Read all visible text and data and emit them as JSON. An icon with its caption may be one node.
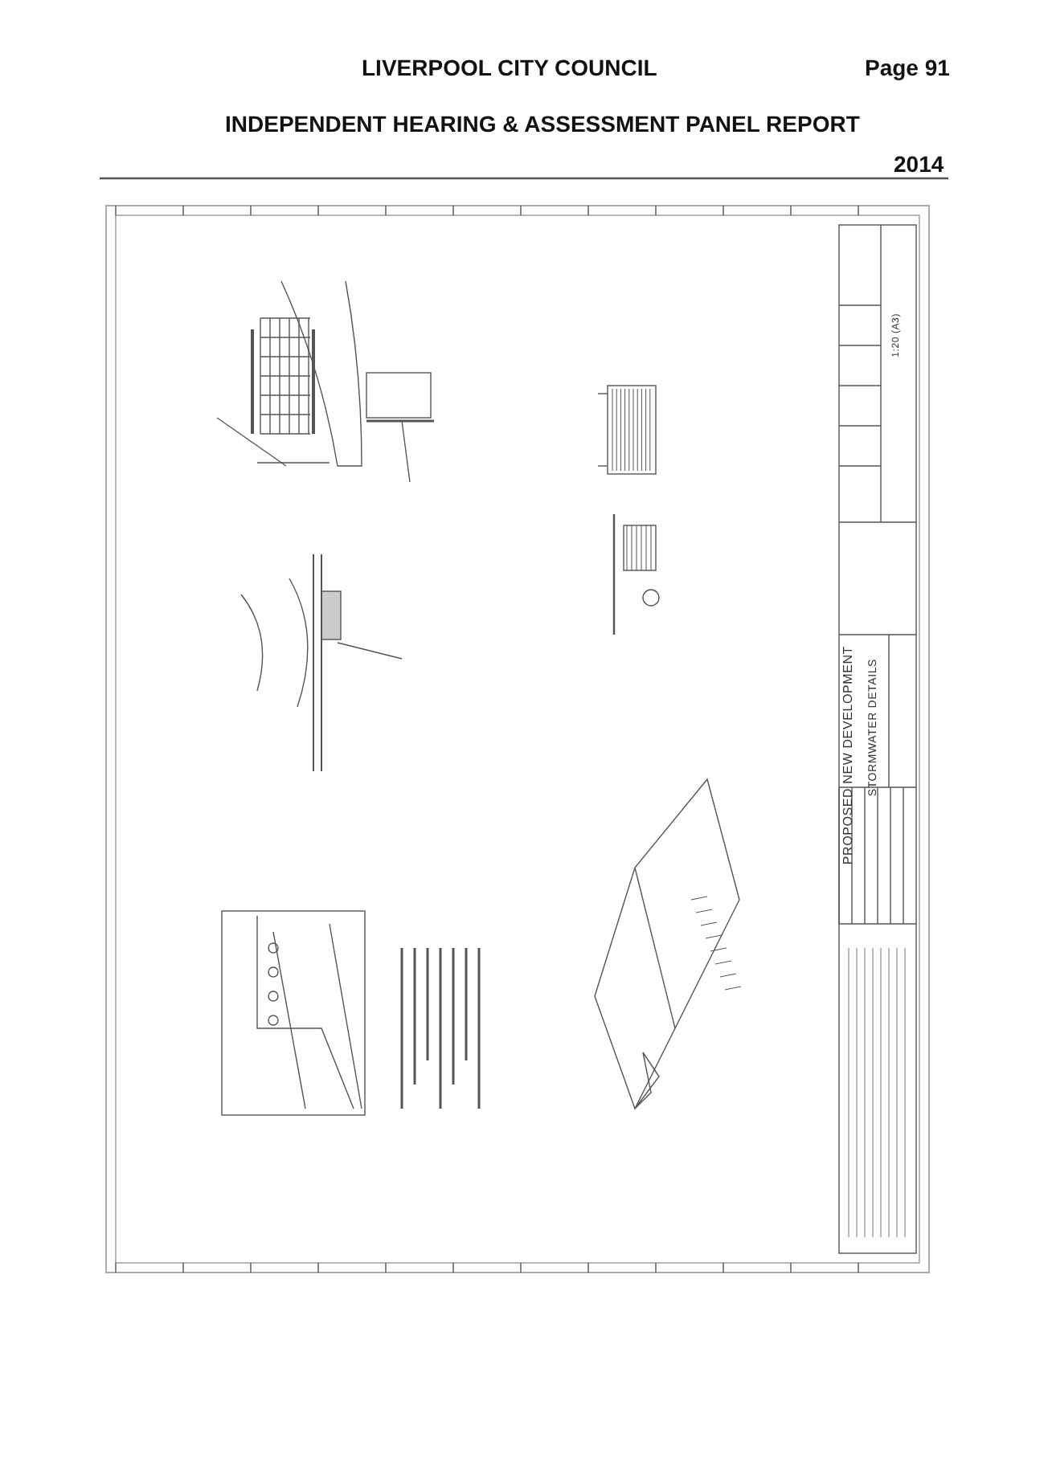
{
  "diagram": {
    "labels": [
      "LIVERPOOL CITY COUNCIL",
      "Page 91",
      "INDEPENDENT HEARING & ASSESSMENT PANEL REPORT",
      "2014",
      "PROPOSED NEW DEVELOPMENT",
      "STORMWATER DETAILS",
      "1:20 (A3)"
    ]
  }
}
